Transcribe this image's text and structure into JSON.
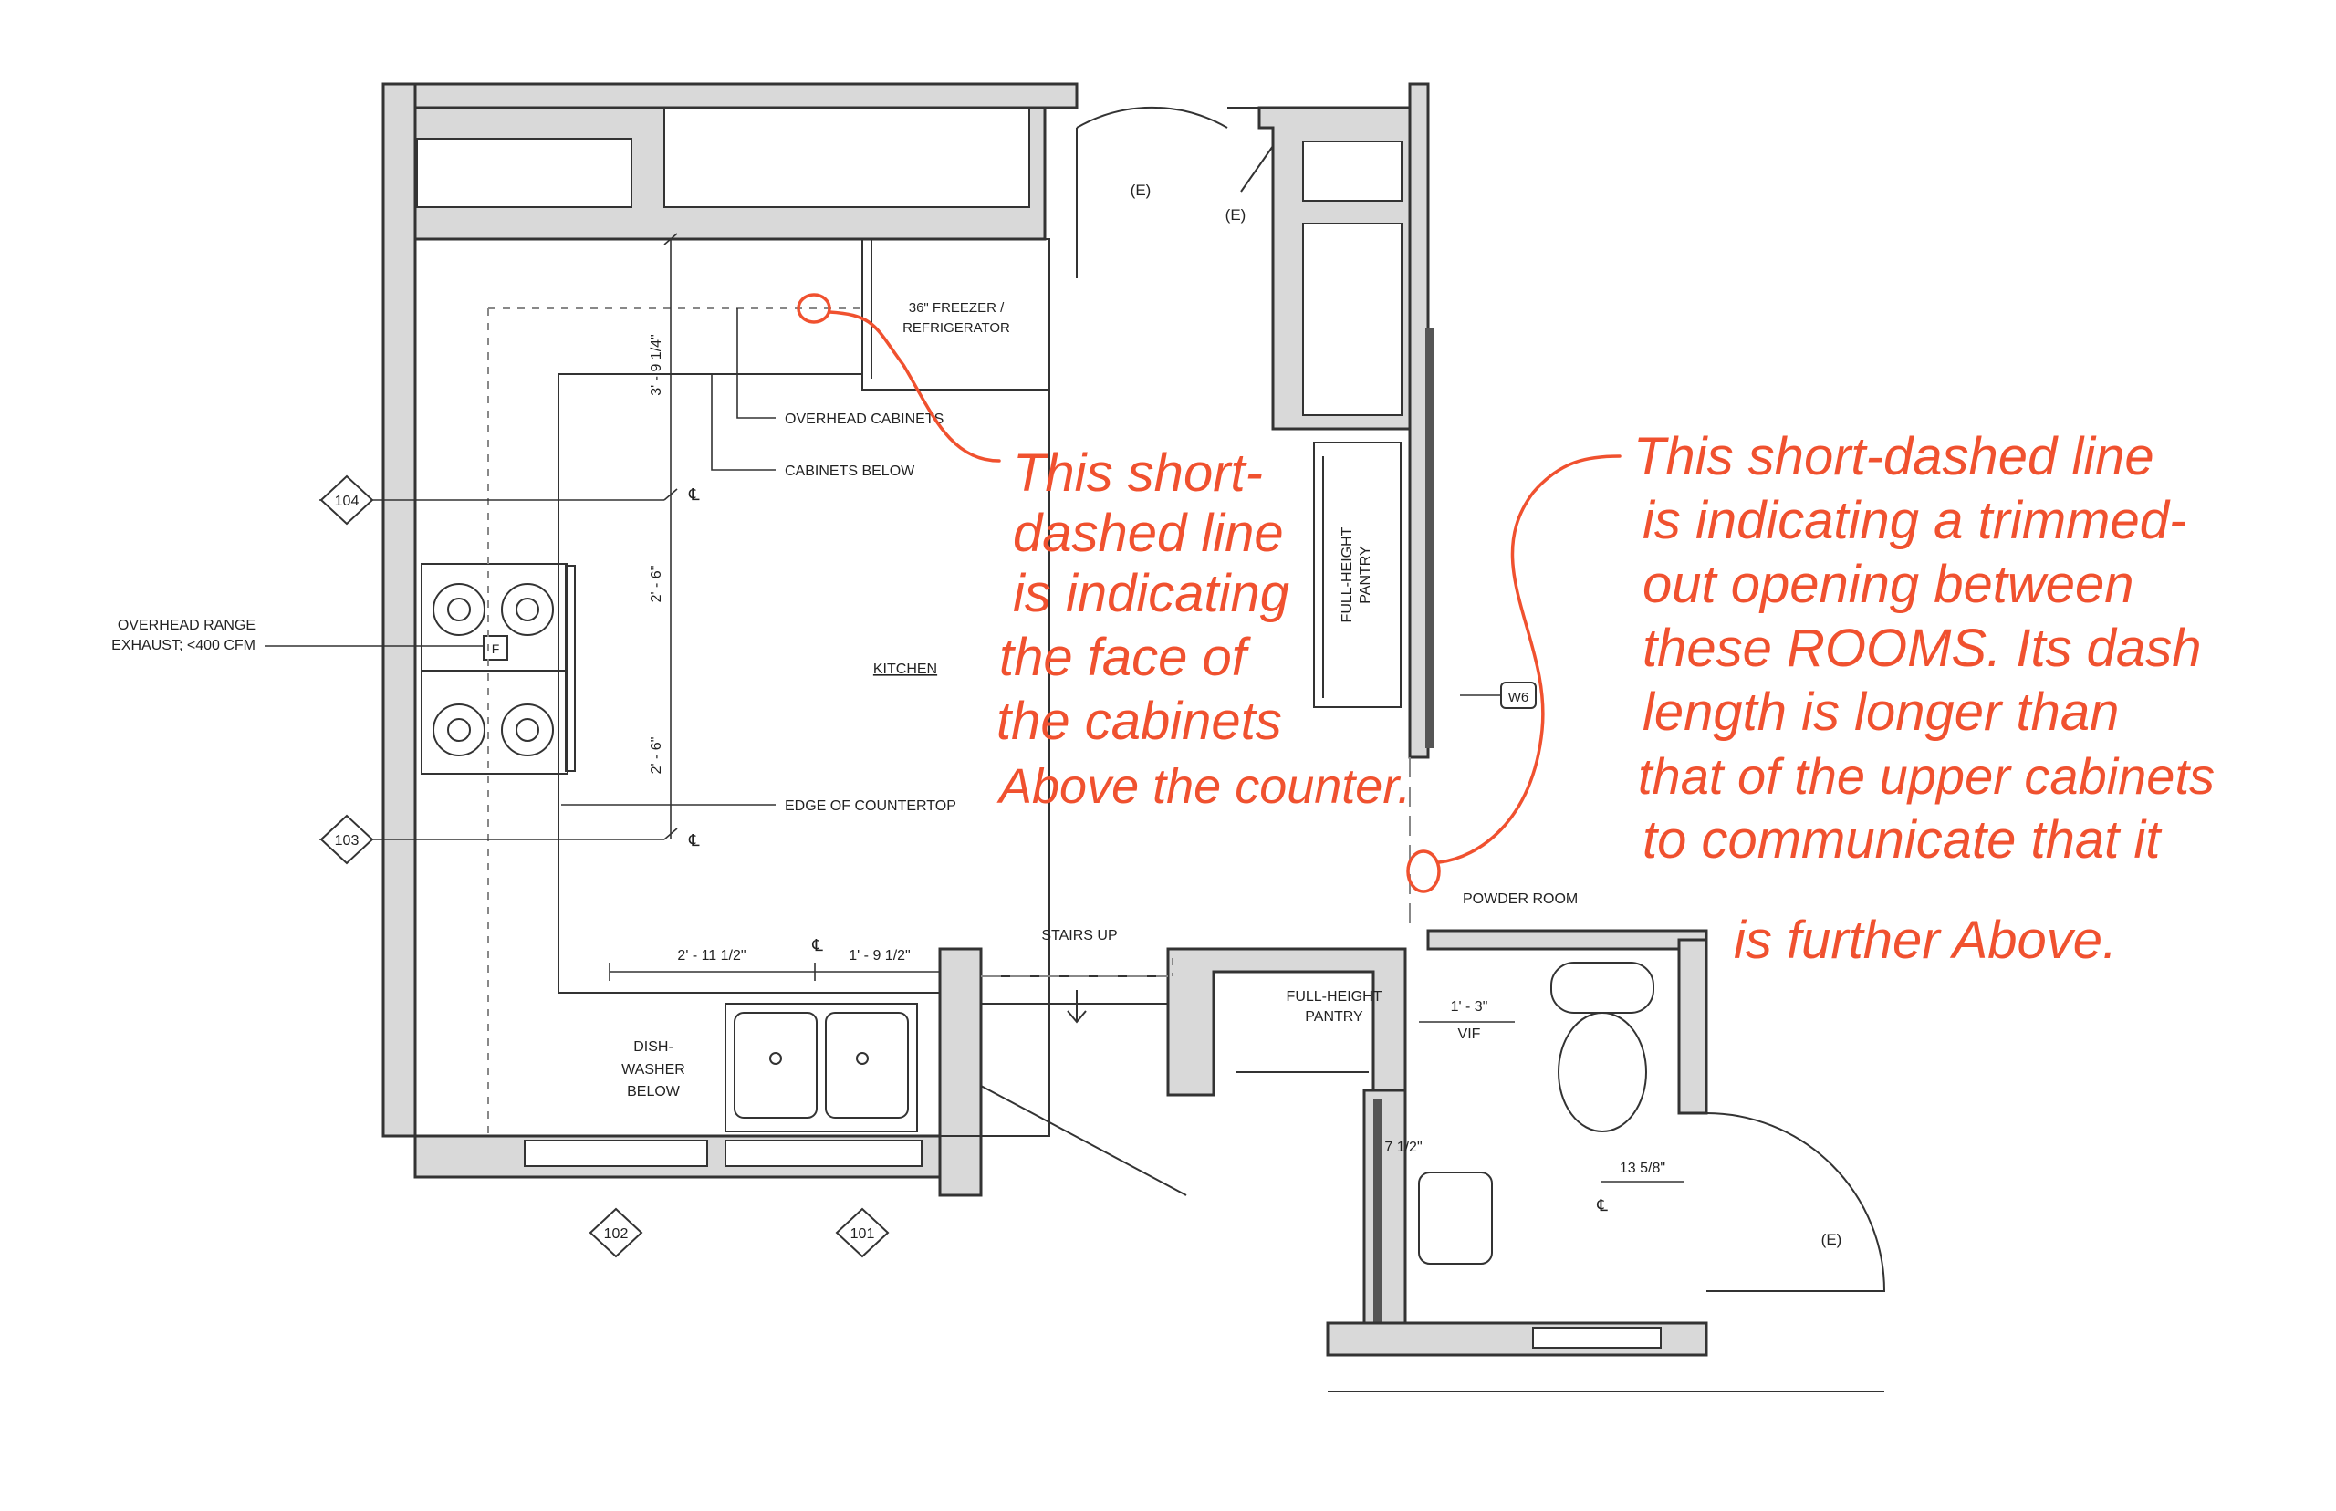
{
  "annotations": [
    {
      "id": "cabinet-face-note",
      "lines": [
        "This short-",
        "dashed line",
        "is indicating",
        "the face of",
        "the cabinets",
        "Above the counter."
      ]
    },
    {
      "id": "opening-note",
      "lines": [
        "This short-dashed line",
        "is indicating a trimmed-",
        "out opening between",
        "these ROOMS. Its dash",
        "length is longer than",
        "that of the upper cabinets",
        "to communicate that it",
        "is further Above."
      ]
    }
  ],
  "labels": {
    "freezer_line1": "36\" FREEZER /",
    "freezer_line2": "REFRIGERATOR",
    "existing_door_a": "(E)",
    "existing_door_b": "(E)",
    "existing_door_c": "(E)",
    "overhead_cabinets": "OVERHEAD CABINETS",
    "cabinets_below": "CABINETS BELOW",
    "edge_countertop": "EDGE OF COUNTERTOP",
    "kitchen": "KITCHEN",
    "range_exhaust_line1": "OVERHEAD RANGE",
    "range_exhaust_line2": "EXHAUST; <400 CFM",
    "pantry_vertical_line1": "FULL-HEIGHT",
    "pantry_vertical_line2": "PANTRY",
    "pantry2_line1": "FULL-HEIGHT",
    "pantry2_line2": "PANTRY",
    "stairs_up": "STAIRS UP",
    "powder_room": "POWDER ROOM",
    "dishwasher_line1": "DISH-",
    "dishwasher_line2": "WASHER",
    "dishwasher_line3": "BELOW",
    "vif": "VIF",
    "range_f": "F",
    "window_w6": "W6",
    "centerline": "℄"
  },
  "dimensions": {
    "d1": "3' - 9 1/4\"",
    "d2": "2' - 6\"",
    "d3": "2' - 6\"",
    "d4": "2' - 11 1/2\"",
    "d5": "1' - 9 1/2\"",
    "d6": "1' - 3\"",
    "d7": "7 1/2\"",
    "d8": "13 5/8\""
  },
  "tags": {
    "t104": "104",
    "t103": "103",
    "t102": "102",
    "t101": "101"
  },
  "colors": {
    "annotation": "#f0512f",
    "wall_fill": "#d9d9d9",
    "line": "#333333"
  }
}
